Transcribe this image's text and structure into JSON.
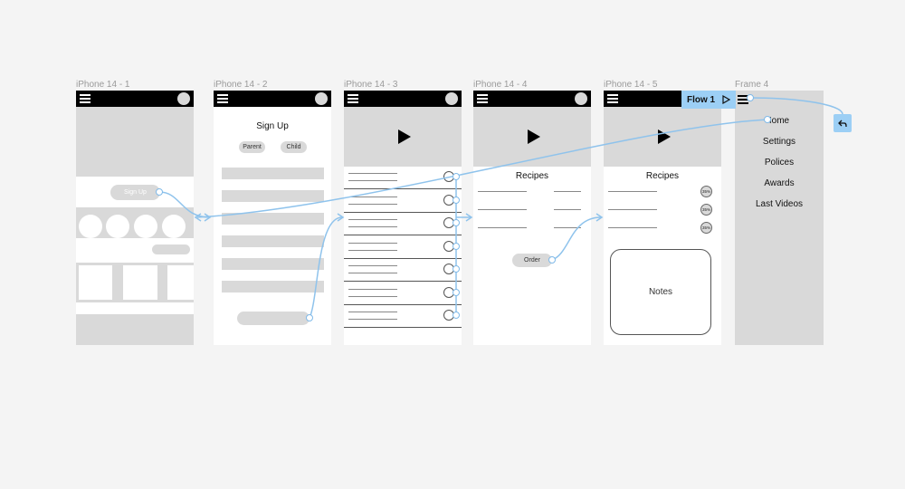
{
  "frames": [
    {
      "label": "iPhone 14 - 1",
      "signup_label": "Sign Up"
    },
    {
      "label": "iPhone 14 - 2",
      "title": "Sign Up",
      "parent_label": "Parent",
      "child_label": "Child"
    },
    {
      "label": "iPhone 14 - 3",
      "row_count": 7
    },
    {
      "label": "iPhone 14 - 4",
      "title": "Recipes",
      "order_label": "Order"
    },
    {
      "label": "iPhone 14 - 5",
      "title": "Recipes",
      "badge": "35%",
      "notes_label": "Notes"
    }
  ],
  "menu_frame": {
    "label": "Frame 4",
    "items": [
      "Iome",
      "Settings",
      "Polices",
      "Awards",
      "Last Videos"
    ]
  },
  "flow": {
    "label": "Flow 1"
  },
  "colors": {
    "connector": "#7fb9e8",
    "flow_badge": "#9ccff5",
    "placeholder": "#d9d9d9"
  },
  "icons": {
    "menu": "hamburger-icon",
    "play": "play-icon",
    "back": "back-arrow-icon"
  }
}
